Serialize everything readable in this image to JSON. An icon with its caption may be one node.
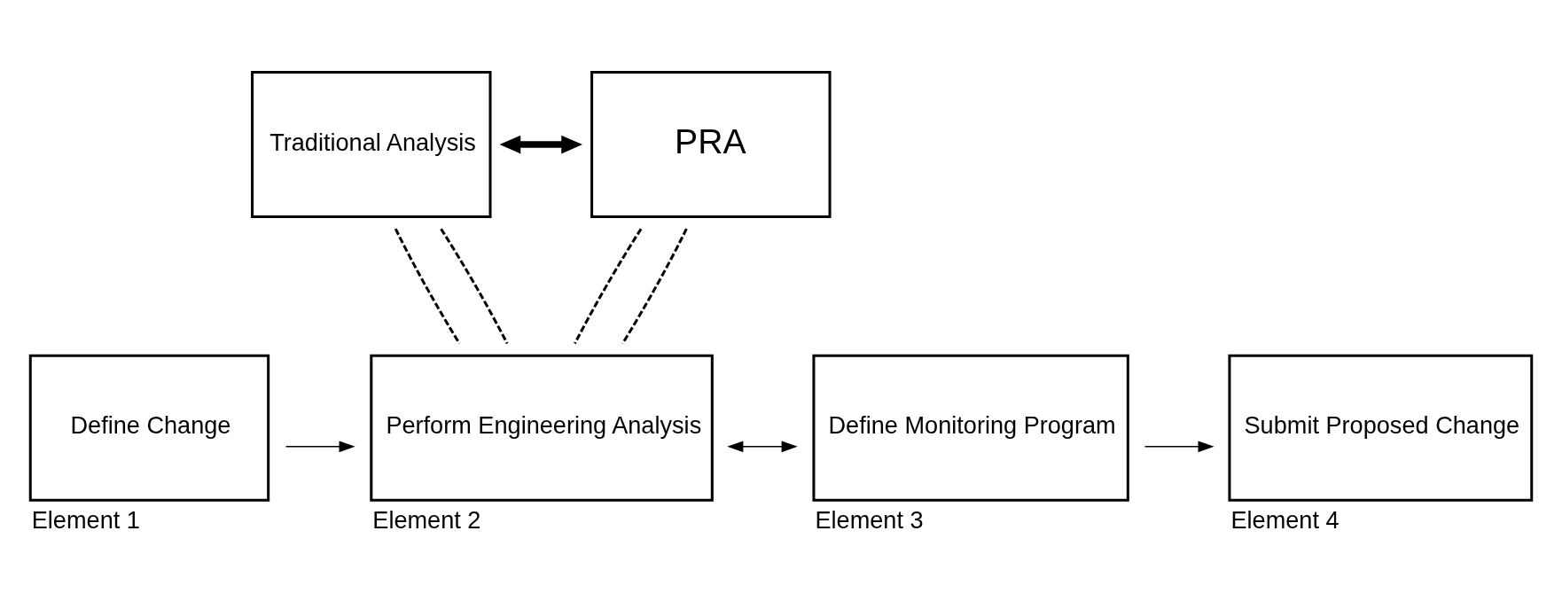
{
  "diagram": {
    "nodes": [
      {
        "text": [
          "Traditional Analysis"
        ]
      },
      {
        "text": [
          "PRA"
        ]
      },
      {
        "text": [
          "Define Change"
        ],
        "beside": [
          "Element 1"
        ]
      },
      {
        "text": [
          "Perform Engineering Analysis"
        ],
        "beside": [
          "Element 2"
        ]
      },
      {
        "text": [
          "Define Monitoring Program"
        ],
        "beside": [
          "Element 3"
        ]
      },
      {
        "text": [
          "Submit Proposed Change"
        ],
        "beside": [
          "Element 4"
        ]
      }
    ],
    "edges": [
      {
        "from": 0,
        "to": 1,
        "arrow": "both",
        "style": "thick"
      },
      {
        "from": 0,
        "to": 3,
        "arrow": "none",
        "style": "dashed"
      },
      {
        "from": 0,
        "to": 3,
        "arrow": "none",
        "style": "dashed"
      },
      {
        "from": 1,
        "to": 3,
        "arrow": "none",
        "style": "dashed"
      },
      {
        "from": 1,
        "to": 3,
        "arrow": "none",
        "style": "dashed"
      },
      {
        "from": 2,
        "to": 3,
        "arrow": "to"
      },
      {
        "from": 3,
        "to": 4,
        "arrow": "both"
      },
      {
        "from": 4,
        "to": 5,
        "arrow": "to"
      }
    ]
  }
}
